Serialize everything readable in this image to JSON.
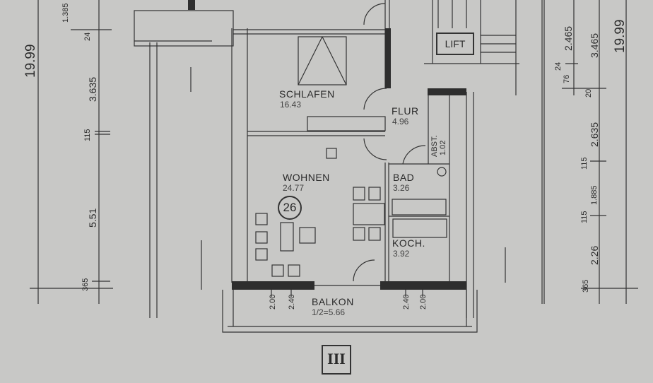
{
  "left_dimensions": {
    "total": "19.99",
    "d1": "1.385",
    "d2": "24",
    "d3": "3.635",
    "d4": "115",
    "d5": "5.51",
    "d6": "365"
  },
  "right_dimensions": {
    "total": "19.99",
    "a1": "2.465",
    "a2": "24",
    "a3": "76",
    "b1": "3.465",
    "b2": "20",
    "b3": "2.635",
    "b4": "115",
    "b5": "1.885",
    "b6": "115",
    "b7": "2.26",
    "b8": "365"
  },
  "rooms": {
    "schlafen": {
      "name": "SCHLAFEN",
      "area": "16.43"
    },
    "flur": {
      "name": "FLUR",
      "area": "4.96"
    },
    "abst": {
      "name": "ABST.",
      "area": "1.02"
    },
    "wohnen": {
      "name": "WOHNEN",
      "area": "24.77"
    },
    "bad": {
      "name": "BAD",
      "area": "3.26"
    },
    "koch": {
      "name": "KOCH.",
      "area": "3.92"
    },
    "balkon": {
      "name": "BALKON",
      "area": "1/2=5.66"
    }
  },
  "apartment_number": "26",
  "lift_label": "LIFT",
  "window_dims": [
    "2.00",
    "2.40",
    "2.40",
    "2.00"
  ],
  "sheet_mark": "III"
}
